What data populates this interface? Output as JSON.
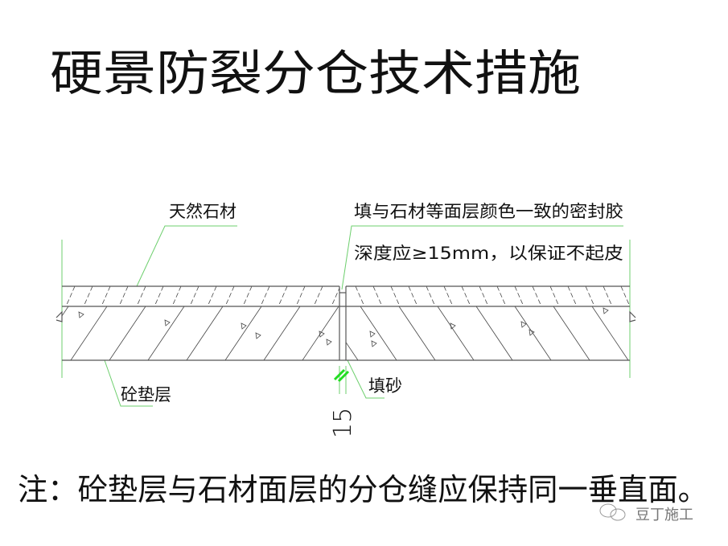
{
  "title": "硬景防裂分仓技术措施",
  "labels": {
    "stone": "天然石材",
    "sealant_line1": "填与石材等面层颜色一致的密封胶",
    "sealant_line2": "深度应≥15mm，以保证不起皮",
    "concrete": "砼垫层",
    "sand": "填砂",
    "dimension": "15"
  },
  "note": "注：砼垫层与石材面层的分仓缝应保持同一垂直面。",
  "watermark": "豆丁施工",
  "colors": {
    "line": "#333333",
    "leader": "#6ecf6e",
    "dim_tick": "#22dd22"
  }
}
